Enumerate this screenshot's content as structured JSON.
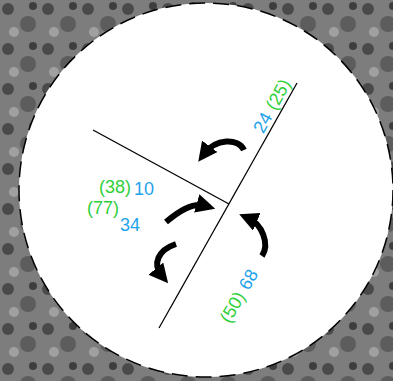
{
  "diagram": {
    "labels": [
      "24",
      "(25)",
      "(38)",
      "10",
      "(77)",
      "34",
      "(50)",
      "68"
    ]
  }
}
